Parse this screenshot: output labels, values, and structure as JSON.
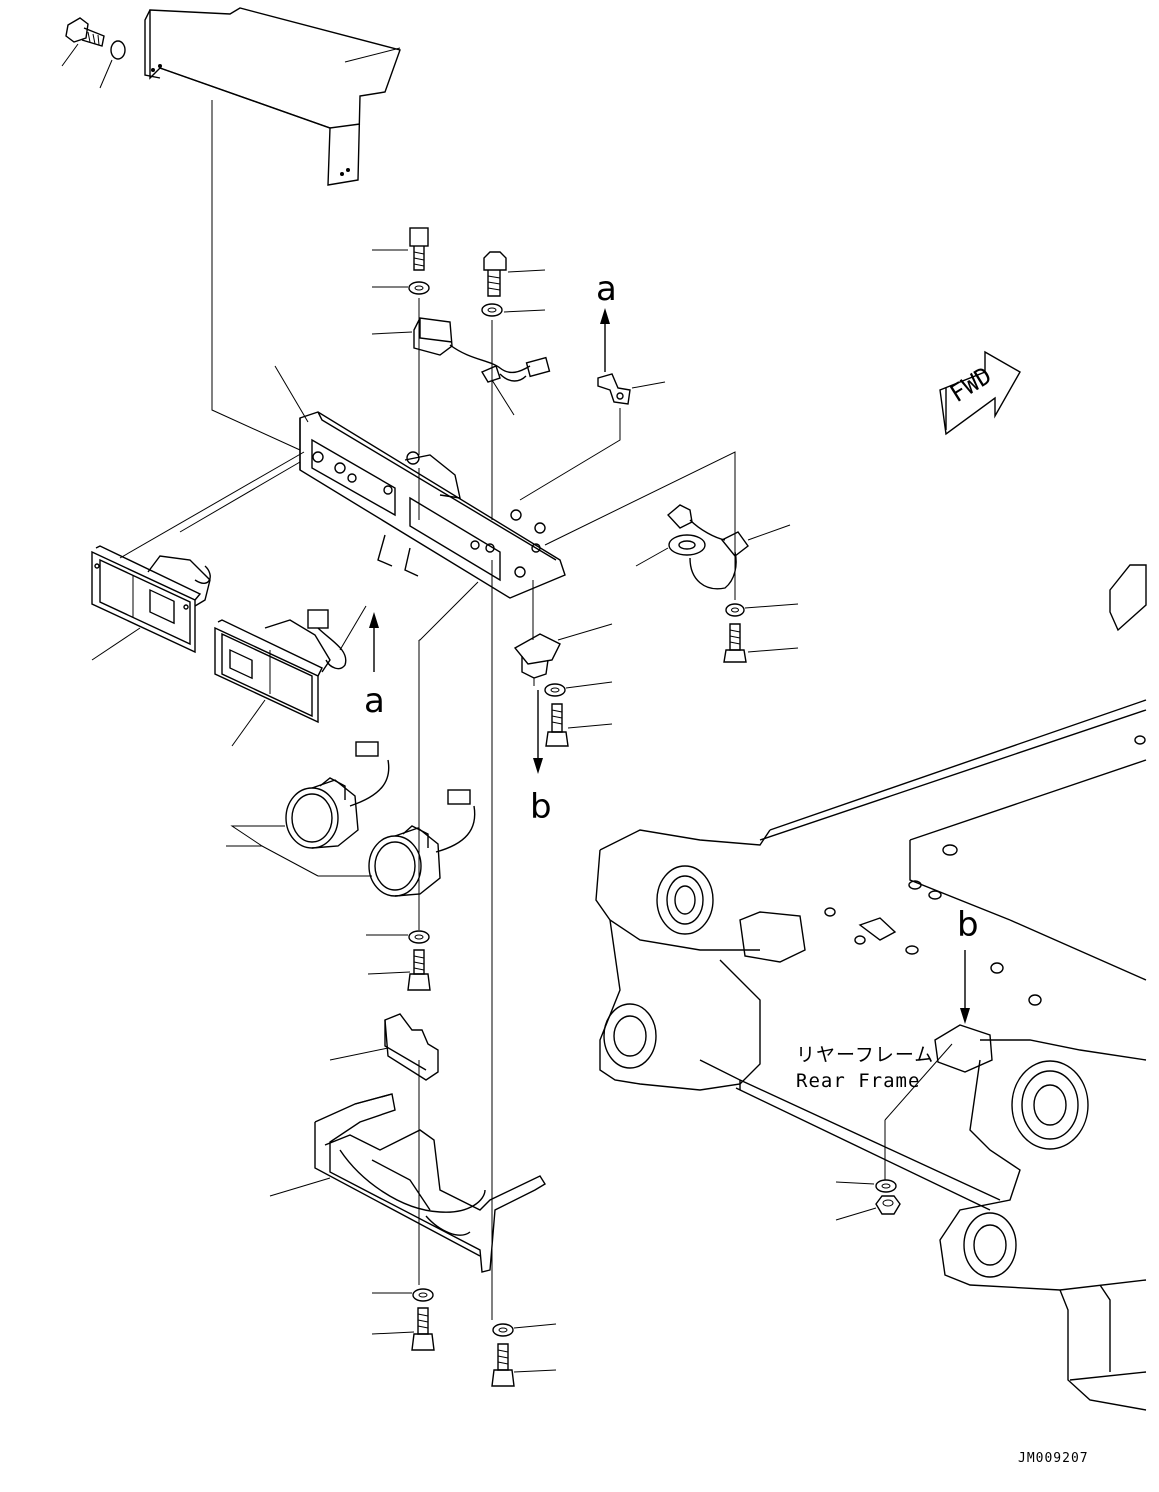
{
  "diagram": {
    "ref_letters": [
      "a",
      "a",
      "b",
      "b"
    ],
    "fwd_label": "FWD",
    "rear_frame_jp": "リヤーフレーム",
    "rear_frame_en": "Rear Frame",
    "drawing_code": "JM009207"
  }
}
